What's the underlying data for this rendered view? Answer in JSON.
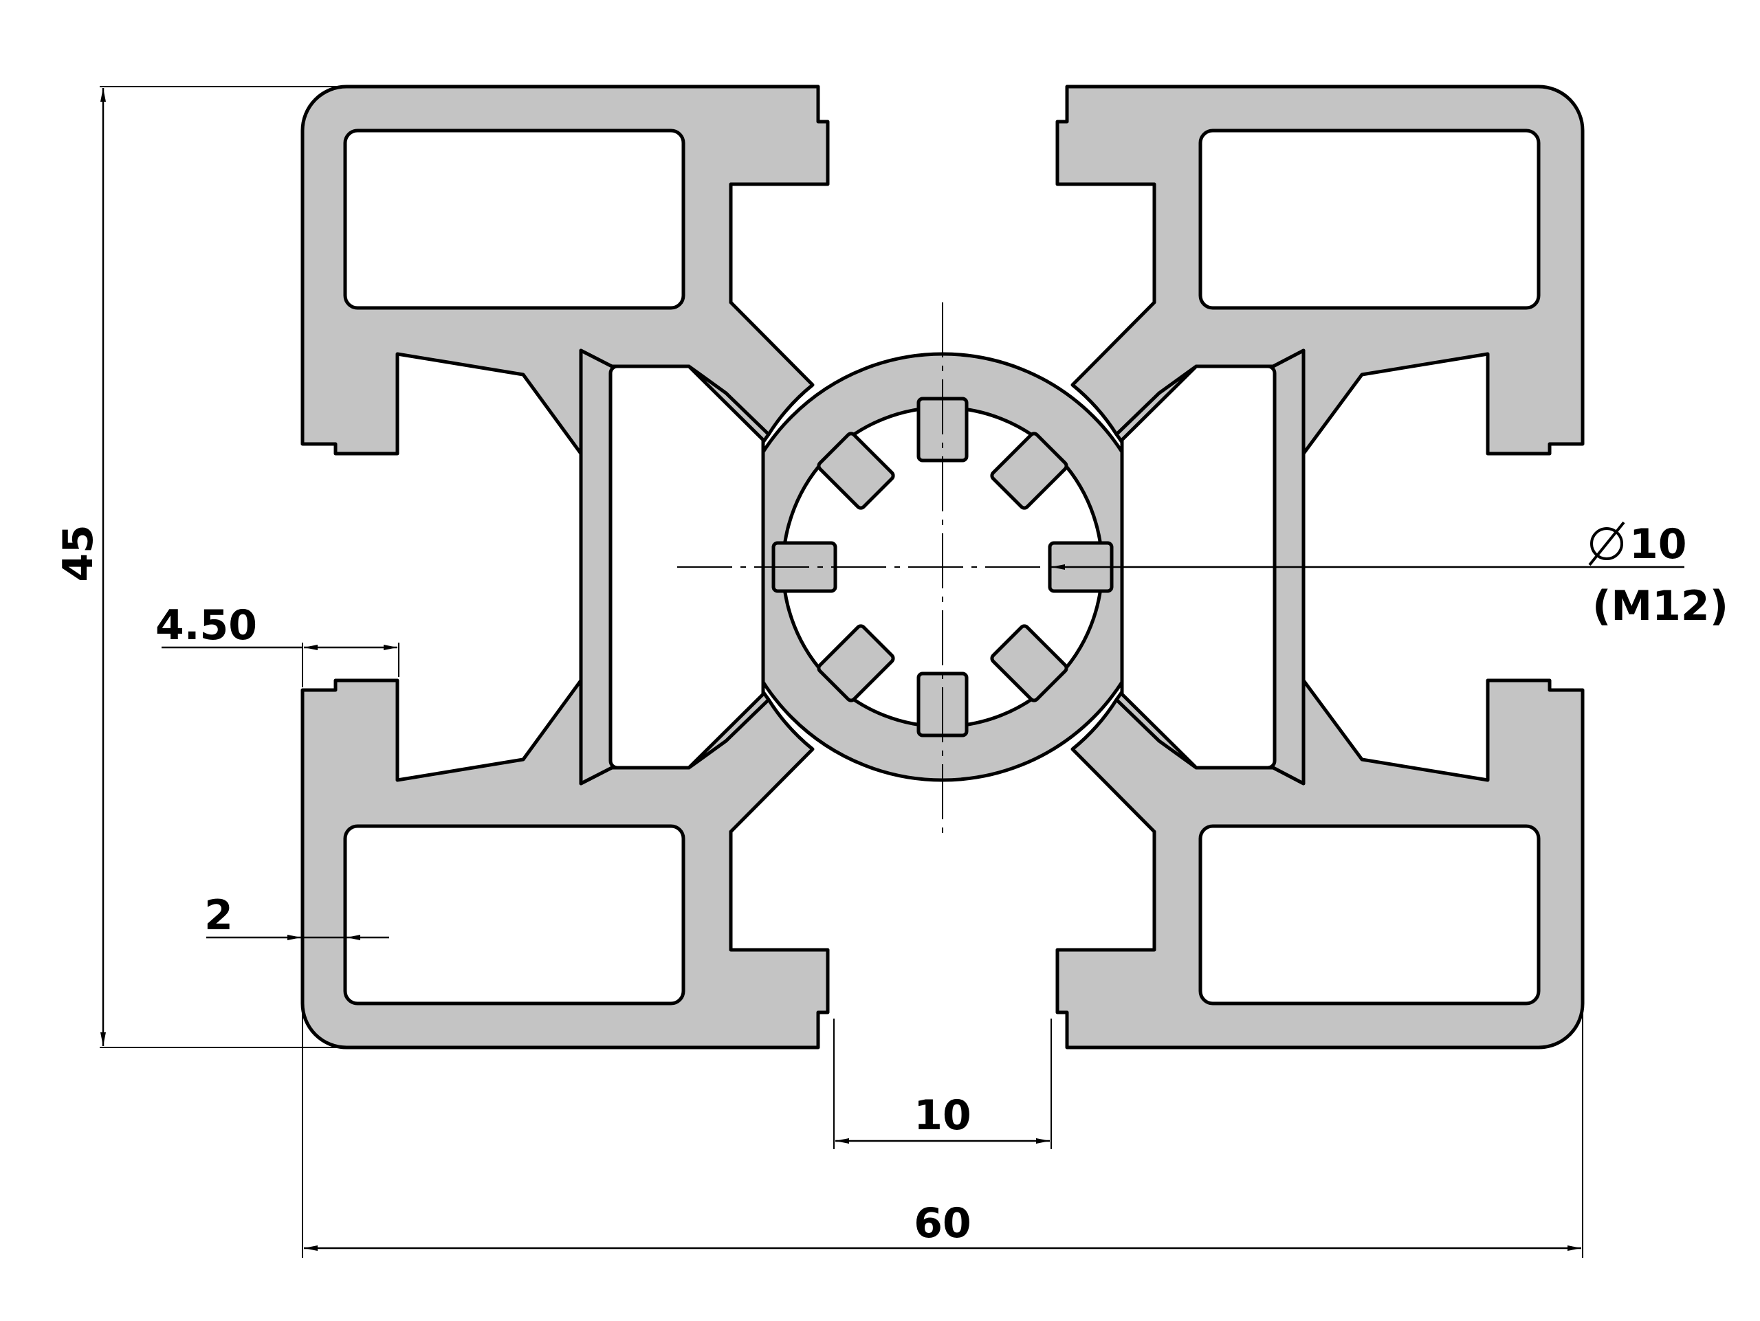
{
  "dimensions": {
    "height": "45",
    "width": "60",
    "slot_width": "10",
    "slot_depth": "4.50",
    "wall_thickness": "2",
    "bore_diameter": "10",
    "bore_thread": "(M12)"
  },
  "icons": {
    "diameter_symbol": "diameter-icon"
  },
  "colors": {
    "profile_fill": "#c4c4c4",
    "outline": "#000000",
    "background": "#ffffff"
  }
}
